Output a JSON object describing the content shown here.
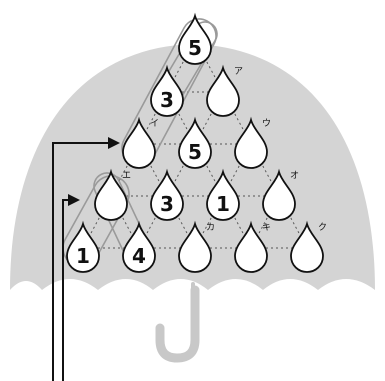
{
  "puzzle": {
    "colors": {
      "umbrella": "#d4d4d4",
      "handle": "#c8c8c8",
      "drop_fill": "#ffffff",
      "drop_stroke": "#111111",
      "path_stroke": "#9a9a9a",
      "arrow": "#111111",
      "dotted_lines": "#555555"
    },
    "drops": [
      {
        "id": "r0c0",
        "value": "5",
        "label": ""
      },
      {
        "id": "r1c0",
        "value": "3",
        "label": ""
      },
      {
        "id": "r1c1",
        "value": "",
        "label": "ア"
      },
      {
        "id": "r2c0",
        "value": "",
        "label": "イ"
      },
      {
        "id": "r2c1",
        "value": "5",
        "label": ""
      },
      {
        "id": "r2c2",
        "value": "",
        "label": "ウ"
      },
      {
        "id": "r3c0",
        "value": "",
        "label": "エ"
      },
      {
        "id": "r3c1",
        "value": "3",
        "label": ""
      },
      {
        "id": "r3c2",
        "value": "1",
        "label": ""
      },
      {
        "id": "r3c3",
        "value": "",
        "label": "オ"
      },
      {
        "id": "r4c0",
        "value": "1",
        "label": ""
      },
      {
        "id": "r4c1",
        "value": "4",
        "label": ""
      },
      {
        "id": "r4c2",
        "value": "",
        "label": "カ"
      },
      {
        "id": "r4c3",
        "value": "",
        "label": "キ"
      },
      {
        "id": "r4c4",
        "value": "",
        "label": "ク"
      }
    ]
  }
}
